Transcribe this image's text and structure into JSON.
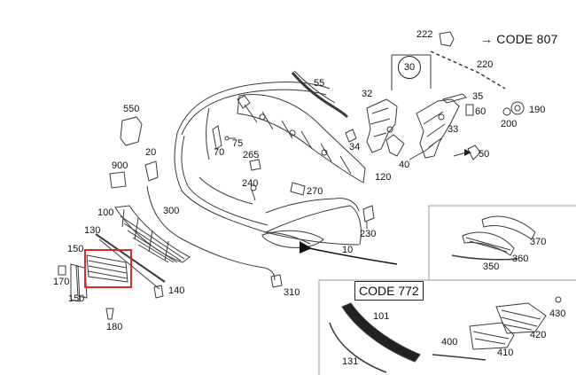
{
  "codes": {
    "top_right": "CODE 807",
    "inset_bottom": "CODE 772"
  },
  "labels": {
    "l222": "222",
    "l220": "220",
    "l30": "30",
    "l55": "55",
    "l32": "32",
    "l35": "35",
    "l60": "60",
    "l190": "190",
    "l200": "200",
    "l33": "33",
    "l50": "50",
    "l40": "40",
    "l34": "34",
    "l120": "120",
    "l550": "550",
    "l20": "20",
    "l75": "75",
    "l70": "70",
    "l265": "265",
    "l900": "900",
    "l240": "240",
    "l270": "270",
    "l300": "300",
    "l100": "100",
    "l230": "230",
    "l130": "130",
    "l10": "10",
    "l150a": "150",
    "l170": "170",
    "l150b": "150",
    "l140": "140",
    "l180": "180",
    "l310": "310",
    "l370": "370",
    "l360": "360",
    "l350": "350",
    "l101": "101",
    "l430": "430",
    "l420": "420",
    "l400": "400",
    "l410": "410",
    "l131": "131"
  },
  "accent_colors": {
    "highlight_box": "#e0262b",
    "line": "#3a3a3a"
  }
}
